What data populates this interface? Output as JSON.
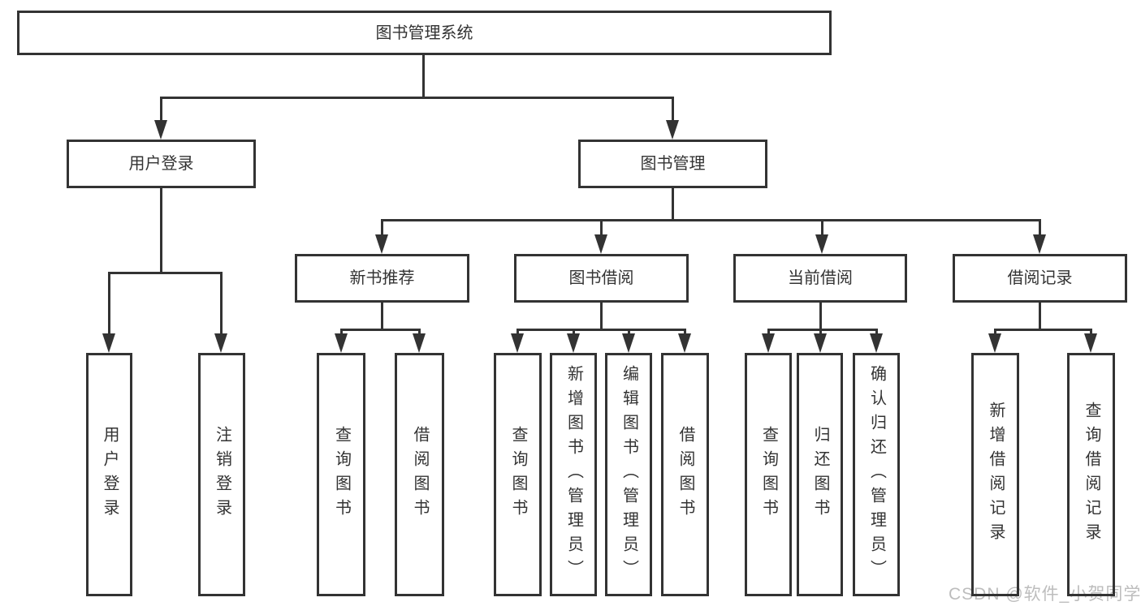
{
  "colors": {
    "line": "#333333",
    "text": "#333333",
    "background": "#ffffff",
    "watermark": "#bdbdbd"
  },
  "diagram": {
    "root": {
      "label": "图书管理系统"
    },
    "level2": [
      {
        "label": "用户登录"
      },
      {
        "label": "图书管理"
      }
    ],
    "level3": [
      {
        "label": "新书推荐"
      },
      {
        "label": "图书借阅"
      },
      {
        "label": "当前借阅"
      },
      {
        "label": "借阅记录"
      }
    ],
    "leaves": [
      {
        "label": "用户登录"
      },
      {
        "label": "注销登录"
      },
      {
        "label": "查询图书"
      },
      {
        "label": "借阅图书"
      },
      {
        "label": "查询图书"
      },
      {
        "label": "新增图书（管理员）"
      },
      {
        "label": "编辑图书（管理员）"
      },
      {
        "label": "借阅图书"
      },
      {
        "label": "查询图书"
      },
      {
        "label": "归还图书"
      },
      {
        "label": "确认归还（管理员）"
      },
      {
        "label": "新增借阅记录"
      },
      {
        "label": "查询借阅记录"
      }
    ]
  },
  "watermark": {
    "text": "CSDN @软件_小贺同学"
  }
}
